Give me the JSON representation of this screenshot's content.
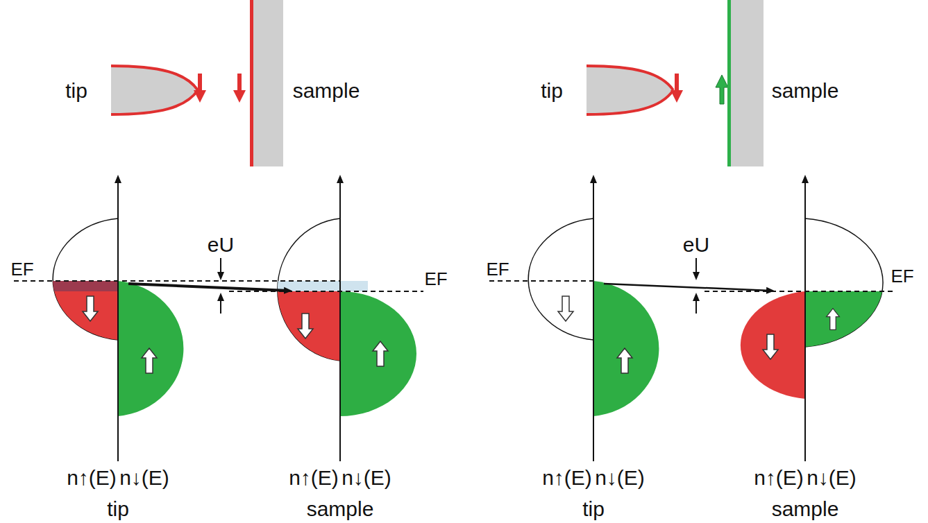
{
  "diagram": {
    "labels": [
      "tip",
      "sample",
      "tip",
      "sample",
      "EF",
      "eU",
      "EF",
      "EF",
      "eU",
      "EF",
      "n↑(E)",
      "n↓(E)",
      "n↑(E)",
      "n↓(E)",
      "n↑(E)",
      "n↓(E)",
      "n↑(E)",
      "n↓(E)",
      "tip",
      "sample",
      "tip",
      "sample"
    ]
  }
}
